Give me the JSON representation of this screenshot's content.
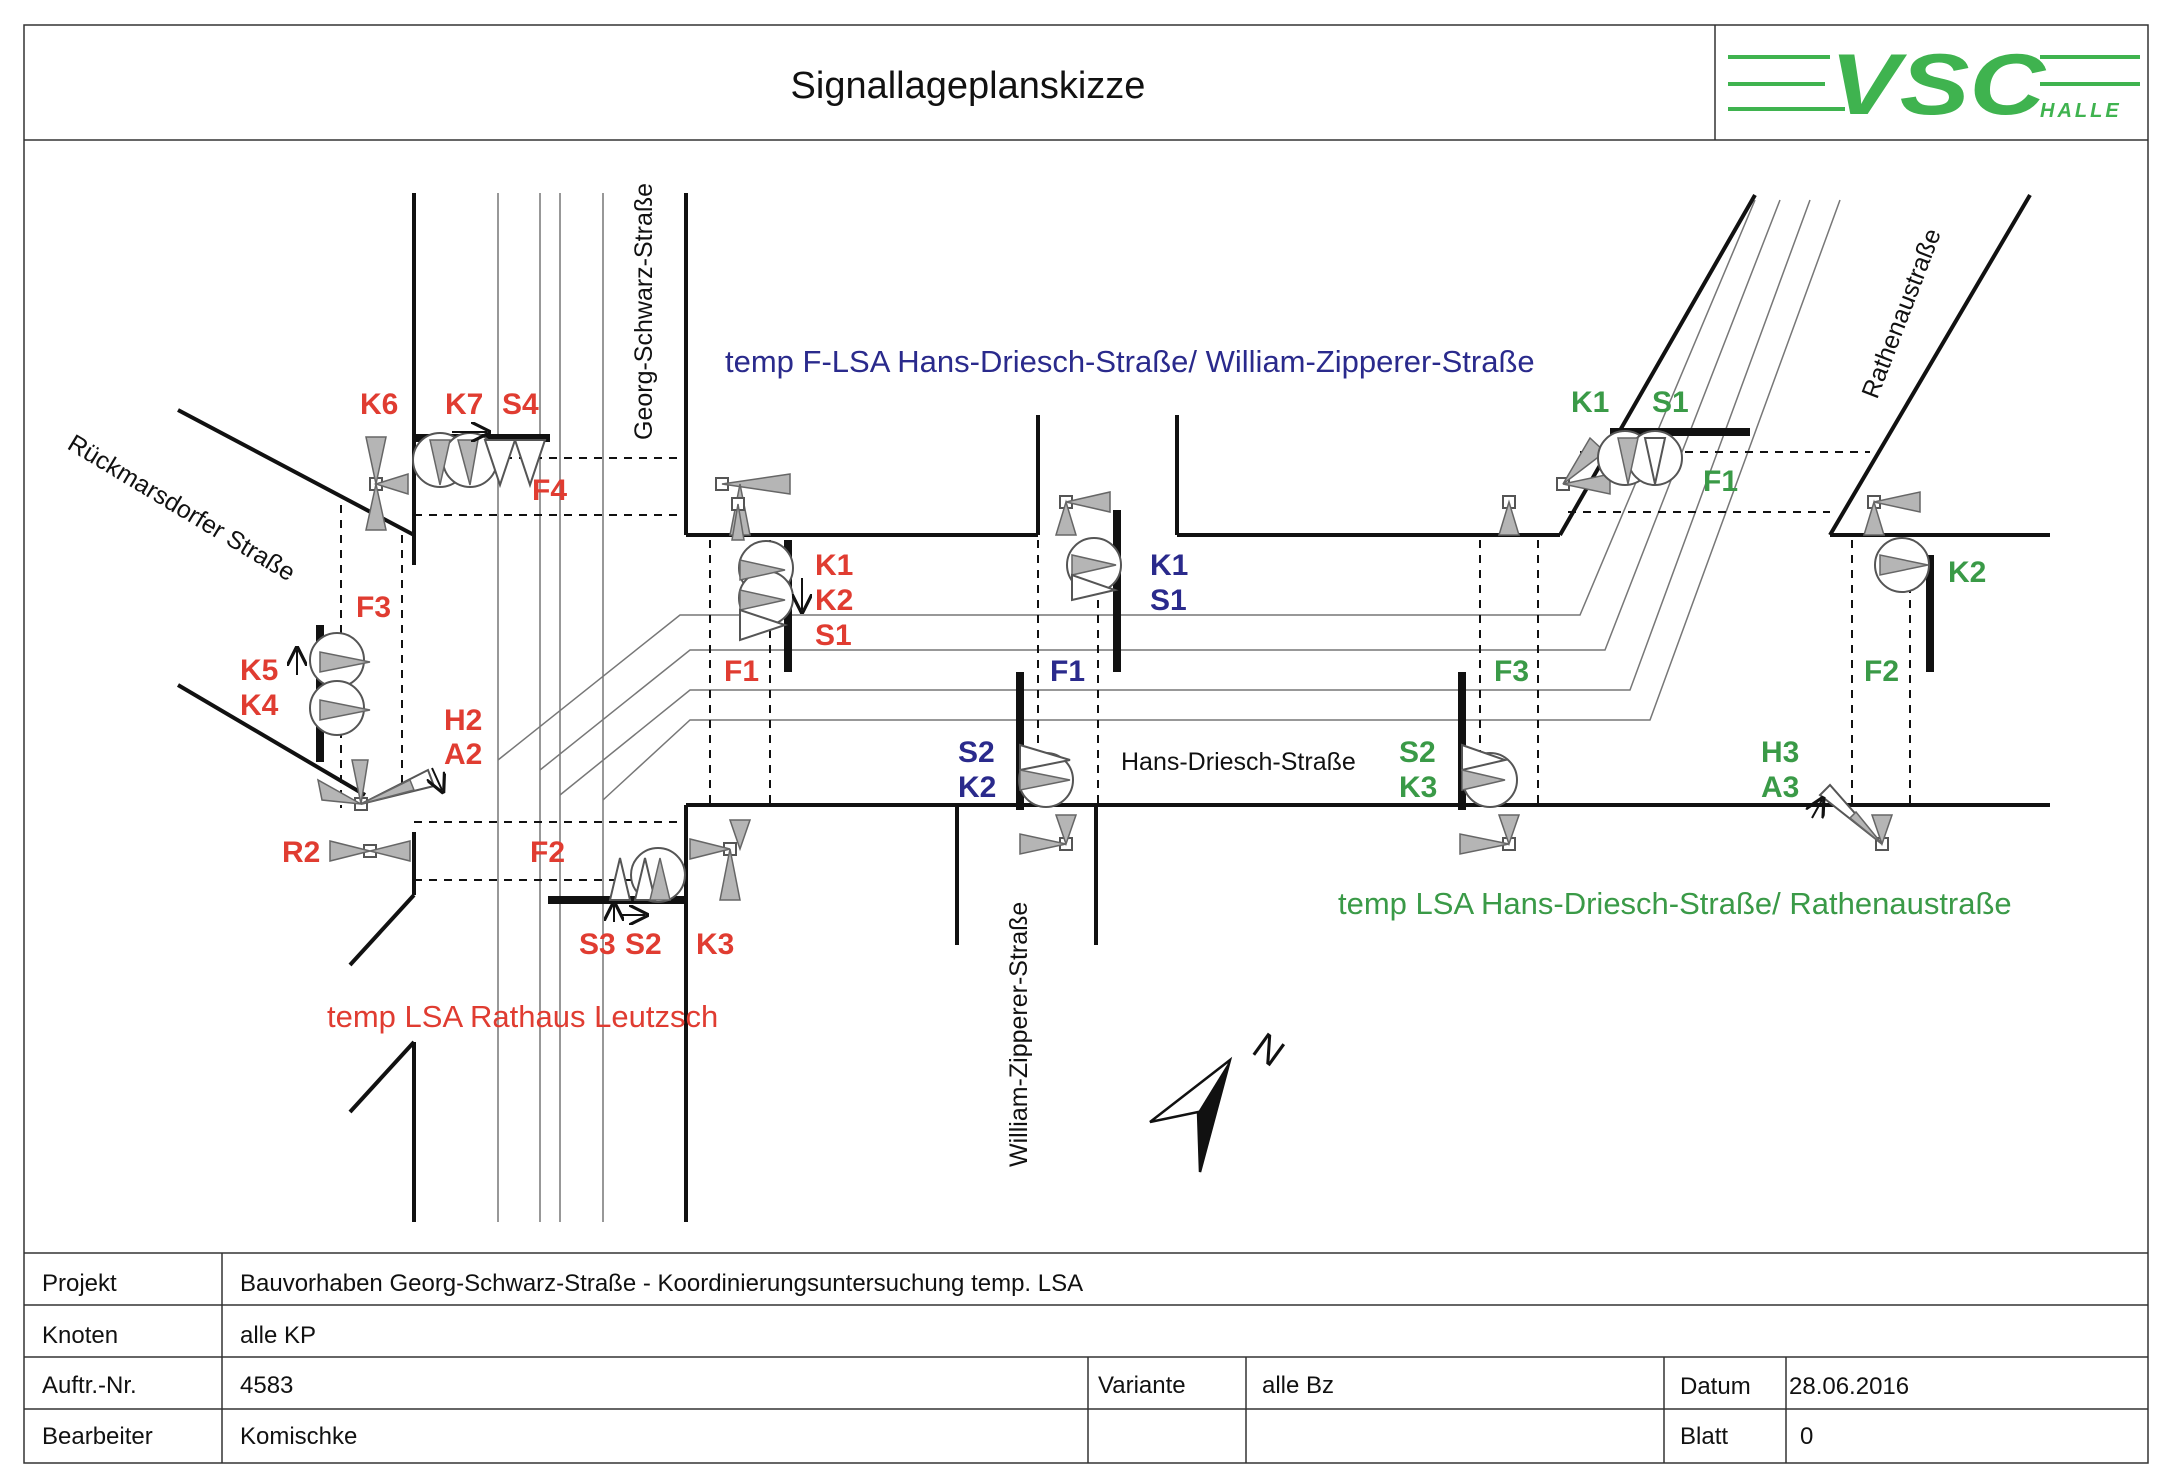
{
  "header": {
    "title": "Signallageplanskizze",
    "logo_text": "VSC",
    "logo_sub": "HALLE",
    "logo_color": "#3fb34f"
  },
  "streets": {
    "georg_schwarz": "Georg-Schwarz-Straße",
    "rueckmarsdorfer": "Rückmarsdorfer Straße",
    "rathenau": "Rathenaustraße",
    "hans_driesch": "Hans-Driesch-Straße",
    "william_zipperer": "William-Zipperer-Straße"
  },
  "junctions": {
    "rathaus": {
      "title": "temp LSA Rathaus Leutzsch",
      "color": "#e03c31",
      "labels": {
        "k6": "K6",
        "k7": "K7",
        "s4": "S4",
        "f4": "F4",
        "f3": "F3",
        "k5": "K5",
        "k4": "K4",
        "h2": "H2",
        "a2": "A2",
        "r2": "R2",
        "f2": "F2",
        "s3": "S3",
        "s2": "S2",
        "k3": "K3",
        "f1": "F1",
        "k1": "K1",
        "k2": "K2",
        "s1": "S1"
      }
    },
    "zipperer": {
      "title": "temp F-LSA Hans-Driesch-Straße/ William-Zipperer-Straße",
      "color": "#2a2a8c",
      "labels": {
        "k1": "K1",
        "s1": "S1",
        "f1": "F1",
        "s2": "S2",
        "k2": "K2"
      }
    },
    "rathenau": {
      "title": "temp LSA Hans-Driesch-Straße/ Rathenaustraße",
      "color": "#3a9a47",
      "labels": {
        "k1": "K1",
        "s1": "S1",
        "f1": "F1",
        "k2": "K2",
        "f2": "F2",
        "f3": "F3",
        "s2": "S2",
        "k3": "K3",
        "h3": "H3",
        "a3": "A3"
      }
    }
  },
  "north_label": "N",
  "info_table": {
    "projekt_label": "Projekt",
    "projekt_value": "Bauvorhaben Georg-Schwarz-Straße - Koordinierungsuntersuchung temp. LSA",
    "knoten_label": "Knoten",
    "knoten_value": "alle KP",
    "auftr_label": "Auftr.-Nr.",
    "auftr_value": "4583",
    "variante_label": "Variante",
    "variante_value": "alle Bz",
    "datum_label": "Datum",
    "datum_value": "28.06.2016",
    "bearbeiter_label": "Bearbeiter",
    "bearbeiter_value": "Komischke",
    "blatt_label": "Blatt",
    "blatt_value": "0"
  }
}
